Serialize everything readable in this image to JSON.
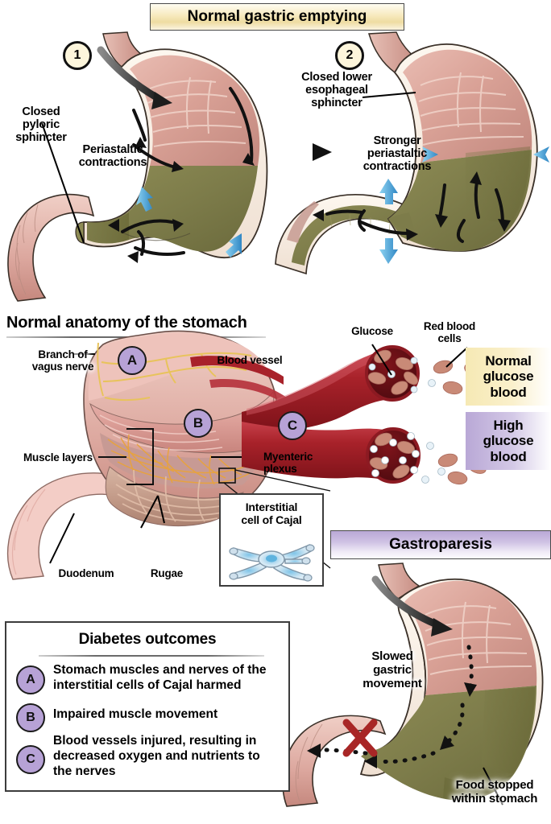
{
  "figure": {
    "type": "medical-illustration",
    "subject": "Gastric emptying, stomach anatomy and gastroparesis in diabetes"
  },
  "top_section": {
    "banner": "Normal gastric emptying",
    "panel1": {
      "badge": "1",
      "labels": {
        "pyloric": "Closed\npyloric\nsphincter",
        "peristaltic": "Periastaltic\ncontractions"
      }
    },
    "panel2": {
      "badge": "2",
      "labels": {
        "les": "Closed lower\nesophageal\nsphincter",
        "stronger": "Stronger\nperiastaltic\ncontractions"
      }
    }
  },
  "anatomy_section": {
    "title": "Normal anatomy of the stomach",
    "markers": {
      "a": "A",
      "b": "B",
      "c": "C"
    },
    "labels": {
      "vagus": "Branch of\nvagus nerve",
      "muscle": "Muscle layers",
      "duodenum": "Duodenum",
      "rugae": "Rugae",
      "blood_vessel": "Blood vessel",
      "myenteric": "Myenteric\nplexus",
      "glucose": "Glucose",
      "rbc": "Red blood\ncells"
    },
    "inset": {
      "title": "Interstitial\ncell of Cajal"
    },
    "blood_boxes": [
      {
        "label": "Normal\nglucose\nblood",
        "color": "#f6e9b4"
      },
      {
        "label": "High\nglucose\nblood",
        "color": "#b9a8d6"
      }
    ]
  },
  "gastroparesis_section": {
    "banner": "Gastroparesis",
    "labels": {
      "slowed": "Slowed\ngastric\nmovement",
      "food_stopped": "Food stopped\nwithin stomach"
    },
    "blocked_marker": "X"
  },
  "outcomes_box": {
    "title": "Diabetes outcomes",
    "items": [
      {
        "marker": "A",
        "text": "Stomach muscles and nerves of the interstitial cells of Cajal harmed"
      },
      {
        "marker": "B",
        "text": "Impaired muscle movement"
      },
      {
        "marker": "C",
        "text": "Blood vessels injured, resulting in decreased oxygen and nutrients to the nerves"
      }
    ]
  },
  "palette": {
    "stomach_pink": "#dca79e",
    "food_olive": "#7d7c4a",
    "wall_cream": "#f6ece2",
    "vessel_red": "#a8222a",
    "nerve_yellow": "#e8c35c",
    "plexus_orange": "#e8a33c",
    "arrow_blue": "#3f9fd6",
    "x_red": "#b52a2a",
    "purple": "#b7a2d6",
    "cream": "#f7e9bd"
  }
}
